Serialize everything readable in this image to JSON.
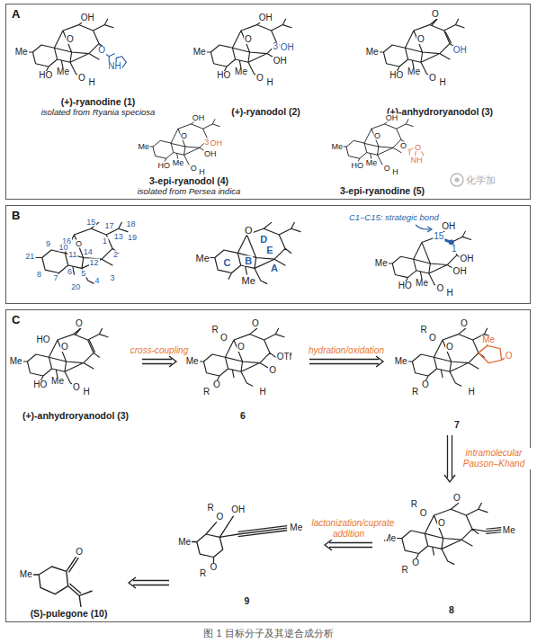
{
  "diagram": {
    "caption": "图 1 目标分子及其逆合成分析",
    "nodes": [
      {
        "text": [
          "A"
        ]
      },
      {
        "text": [
          "(+)-ryanodine (1)",
          "isolated from Ryania speciosa"
        ],
        "in": 0
      },
      {
        "text": [
          "(+)-ryanodol (2)"
        ],
        "in": 0
      },
      {
        "text": [
          "(+)-anhydroryanodol (3)"
        ],
        "in": 0
      },
      {
        "text": [
          "3-epi-ryanodol (4)",
          "isolated from Persea indica"
        ],
        "in": 0
      },
      {
        "text": [
          "3-epi-ryanodine (5)"
        ],
        "in": 0
      },
      {
        "text": [
          "B"
        ]
      },
      {
        "text": [
          "C"
        ]
      },
      {
        "text": [
          "(+)-anhydroryanodol (3)"
        ],
        "in": 7
      },
      {
        "text": [
          "6"
        ],
        "in": 7
      },
      {
        "text": [
          "7"
        ],
        "in": 7
      },
      {
        "text": [
          "8"
        ],
        "in": 7
      },
      {
        "text": [
          "9"
        ],
        "in": 7
      },
      {
        "text": [
          "(S)-pulegone (10)"
        ],
        "in": 7
      }
    ],
    "edges": [
      {
        "from": 8,
        "to": 9,
        "arrow": "to",
        "label": "cross-coupling"
      },
      {
        "from": 9,
        "to": 10,
        "arrow": "to",
        "label": "hydration/oxidation"
      },
      {
        "from": 10,
        "to": 11,
        "arrow": "to",
        "label": "intramolecular Pauson–Khand"
      },
      {
        "from": 11,
        "to": 12,
        "arrow": "to",
        "label": "lactonization/cuprate addition"
      },
      {
        "from": 12,
        "to": 13,
        "arrow": "to"
      }
    ],
    "labels": [
      "OH",
      "Me",
      "O",
      "O",
      "NH",
      "HO",
      "Me",
      "O",
      "H",
      "OH",
      "Me",
      "O",
      "3",
      "OH",
      "OH",
      "HO",
      "Me",
      "O",
      "H",
      "O",
      "O",
      "Me",
      "OH",
      "HO",
      "Me",
      "O",
      "H",
      "OH",
      "Me",
      "O",
      "3",
      "OH",
      "OH",
      "HO",
      "Me",
      "O",
      "H",
      "OH",
      "O",
      "Me",
      "O",
      "O",
      "NH",
      "HO",
      "Me",
      "O",
      "H",
      "化学加",
      "16",
      "15",
      "O",
      "17",
      "18",
      "21",
      "9",
      "10",
      "11",
      "14",
      "1",
      "13",
      "19",
      "8",
      "7",
      "6",
      "5",
      "12",
      "2",
      "4",
      "3",
      "20",
      "D",
      "O",
      "E",
      "C",
      "B",
      "A",
      "Me",
      "Me",
      "C1–C15: strategic bond",
      "15",
      "OH",
      "1",
      "Me",
      "OH",
      "OH",
      "HO",
      "Me",
      "O",
      "H",
      "O",
      "O",
      "HO",
      "Me",
      "HO",
      "Me",
      "O",
      "H",
      "R",
      "O",
      "O",
      "O",
      "OTf",
      "O",
      "Me",
      "R",
      "O",
      "H",
      "R",
      "O",
      "O",
      "O",
      "Me",
      "O",
      "Me",
      "R",
      "O",
      "H",
      "O",
      "O",
      "R",
      "O",
      "Me",
      "Me",
      "R",
      "O",
      "Me",
      "R",
      "O",
      "OH",
      "Me",
      "R",
      "O",
      "Me",
      "O"
    ]
  }
}
